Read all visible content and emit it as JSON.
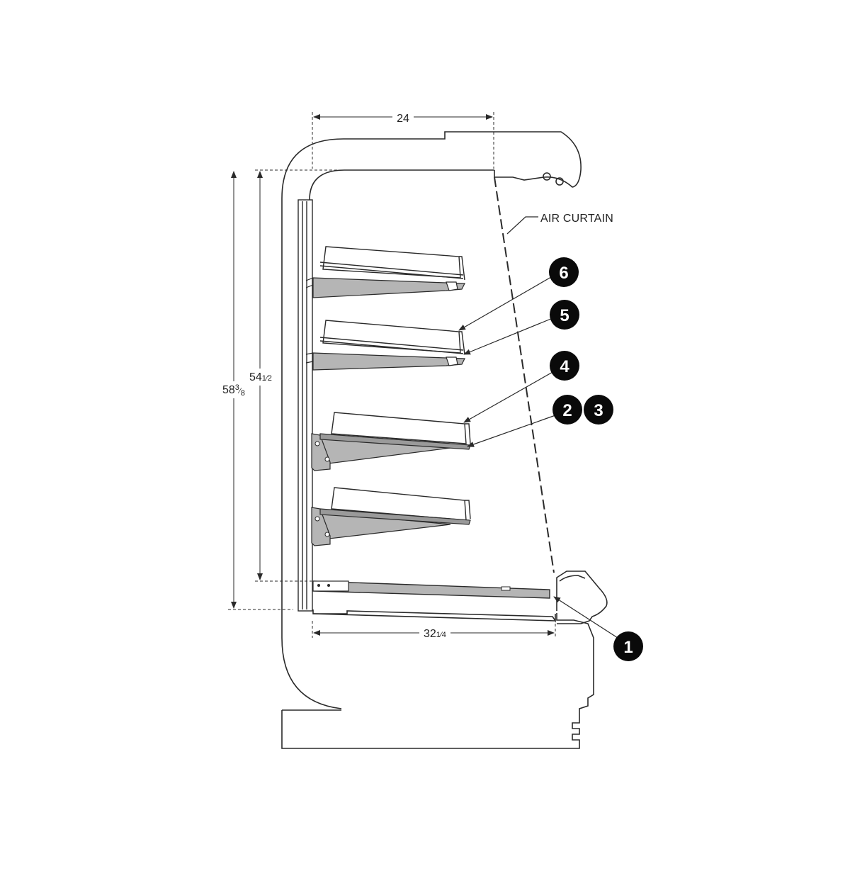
{
  "dimensions": {
    "top_width": "24",
    "bottom_depth_whole": "32",
    "bottom_depth_frac": "1⁄4",
    "inner_height_whole": "54",
    "inner_height_frac": "1⁄2",
    "outer_height_whole": "58",
    "outer_height_num": "3",
    "outer_height_den": "8"
  },
  "labels": {
    "air_curtain": "AIR CURTAIN"
  },
  "callouts": [
    "1",
    "2",
    "3",
    "4",
    "5",
    "6"
  ],
  "colors": {
    "line": "#2a2a2a",
    "shelf_fill": "#b5b5b5",
    "callout_fill": "#0a0a0a"
  }
}
